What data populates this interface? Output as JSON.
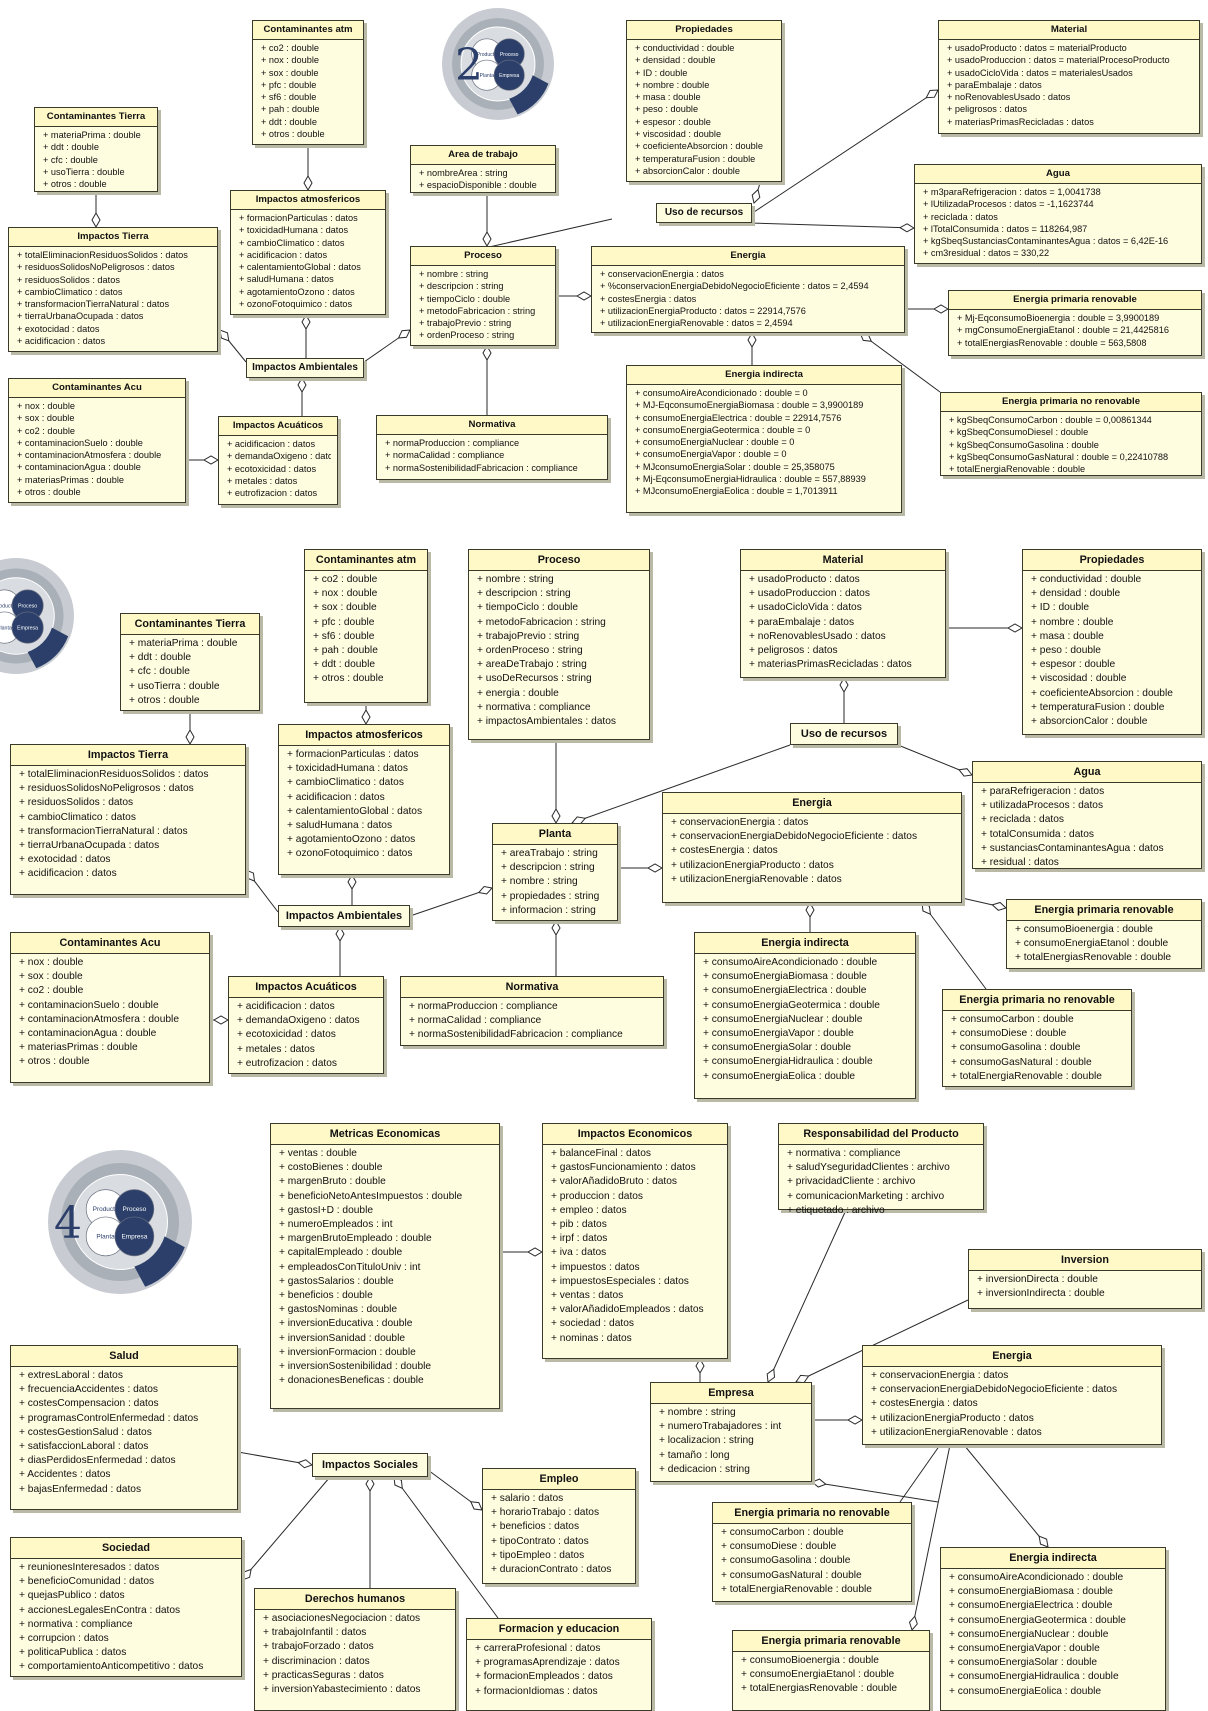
{
  "section2": {
    "logo_number": "2",
    "logo_quadrants": [
      "Producto",
      "Proceso",
      "Planta",
      "Empresa"
    ],
    "classes": {
      "contaminantes_atm": {
        "title": "Contaminantes atm",
        "attrs": [
          "+ co2 : double",
          "+ nox : double",
          "+ sox : double",
          "+ pfc : double",
          "+ sf6 : double",
          "+ pah : double",
          "+ ddt : double",
          "+ otros : double"
        ]
      },
      "propiedades": {
        "title": "Propiedades",
        "attrs": [
          "+ conductividad : double",
          "+ densidad : double",
          "+ ID : double",
          "+ nombre : double",
          "+ masa : double",
          "+ peso : double",
          "+ espesor : double",
          "+ viscosidad : double",
          "+ coeficienteAbsorcion : double",
          "+ temperaturaFusion : double",
          "+ absorcionCalor : double"
        ]
      },
      "material": {
        "title": "Material",
        "attrs": [
          "+ usadoProducto : datos = materialProducto",
          "+ usadoProduccion : datos = materialProcesoProducto",
          "+ usadoCicloVida : datos = materialesUsados",
          "+ paraEmbalaje : datos",
          "+ noRenovablesUsado : datos",
          "+ peligrosos : datos",
          "+ materiasPrimasRecicladas : datos"
        ]
      },
      "contaminantes_tierra": {
        "title": "Contaminantes Tierra",
        "attrs": [
          "+ materiaPrima : double",
          "+ ddt : double",
          "+ cfc : double",
          "+ usoTierra : double",
          "+ otros : double"
        ]
      },
      "area_trabajo": {
        "title": "Area de trabajo",
        "attrs": [
          "+ nombreArea : string",
          "+ espacioDisponible : double"
        ]
      },
      "impactos_atm": {
        "title": "Impactos atmosfericos",
        "attrs": [
          "+ formacionParticulas : datos",
          "+ toxicidadHumana : datos",
          "+ cambioClimatico : datos",
          "+ acidificacion : datos",
          "+ calentamientoGlobal : datos",
          "+ saludHumana : datos",
          "+ agotamientoOzono : datos",
          "+ ozonoFotoquimico : datos"
        ]
      },
      "agua": {
        "title": "Agua",
        "attrs": [
          "+ m3paraRefrigeracion : datos = 1,0041738",
          "+ lUtilizadaProcesos : datos = -1,1623744",
          "+ reciclada : datos",
          "+ lTotalConsumida : datos = 118264,987",
          "+ kgSbeqSustanciasContaminantesAgua : datos = 6,42E-16",
          "+ cm3residual : datos = 330,22"
        ]
      },
      "impactos_tierra": {
        "title": "Impactos Tierra",
        "attrs": [
          "+ totalEliminacionResiduosSolidos : datos",
          "+ residuosSolidosNoPeligrosos : datos",
          "+ residuosSolidos : datos",
          "+ cambioClimatico : datos",
          "+ transformacionTierraNatural : datos",
          "+ tierraUrbanaOcupada : datos",
          "+ exotocidad : datos",
          "+ acidificacion : datos"
        ]
      },
      "proceso": {
        "title": "Proceso",
        "attrs": [
          "+ nombre : string",
          "+ descripcion : string",
          "+ tiempoCiclo : double",
          "+ metodoFabricacion : string",
          "+ trabajoPrevio : string",
          "+ ordenProceso : string"
        ]
      },
      "energia": {
        "title": "Energia",
        "attrs": [
          "+ conservacionEnergia : datos",
          "+ %conservacionEnergiaDebidoNegocioEficiente : datos = 2,4594",
          "+ costesEnergia : datos",
          "+ utilizacionEnergiaProducto : datos = 22914,7576",
          "+ utilizacionEnergiaRenovable : datos = 2,4594"
        ]
      },
      "epr": {
        "title": "Energia primaria renovable",
        "attrs": [
          "+ Mj-EqconsumoBioenergia : double = 3,9900189",
          "+ mgConsumoEnergiaEtanol : double = 21,4425816",
          "+ totalEnergiasRenovable : double = 563,5808"
        ]
      },
      "contaminantes_acu": {
        "title": "Contaminantes Acu",
        "attrs": [
          "+ nox : double",
          "+ sox : double",
          "+ co2 : double",
          "+ contaminacionSuelo : double",
          "+ contaminacionAtmosfera : double",
          "+ contaminacionAgua : double",
          "+ materiasPrimas : double",
          "+ otros : double"
        ]
      },
      "impactos_acu": {
        "title": "Impactos Acuáticos",
        "attrs": [
          "+ acidificacion : datos",
          "+ demandaOxigeno : datos",
          "+ ecotoxicidad : datos",
          "+ metales : datos",
          "+ eutrofizacion : datos"
        ]
      },
      "normativa": {
        "title": "Normativa",
        "attrs": [
          "+ normaProduccion : compliance",
          "+ normaCalidad : compliance",
          "+ normaSostenibilidadFabricacion : compliance"
        ]
      },
      "energia_indirecta": {
        "title": "Energia indirecta",
        "attrs": [
          "+ consumoAireAcondicionado : double = 0",
          "+ MJ-EqconsumoEnergiaBiomasa : double = 3,9900189",
          "+ consumoEnergiaElectrica : double = 22914,7576",
          "+ consumoEnergiaGeotermica : double = 0",
          "+ consumoEnergiaNuclear : double = 0",
          "+ consumoEnergiaVapor : double = 0",
          "+ MJconsumoEnergiaSolar : double = 25,358075",
          "+ Mj-EqconsumoEnergiaHidraulica : double = 557,88939",
          "+ MJconsumoEnergiaEolica : double = 1,7013911"
        ]
      },
      "epnr": {
        "title": "Energia primaria no renovable",
        "attrs": [
          "+ kgSbeqConsumoCarbon : double = 0,00861344",
          "+ kgSbeqConsumoDiesel : double",
          "+ kgSbeqConsumoGasolina : double",
          "+ kgSbeqConsumoGasNatural : double = 0,22410788",
          "+ totalEnergiaRenovable : double"
        ]
      }
    },
    "assocs": {
      "uso_recursos": "Uso de recursos",
      "impactos_ambientales": "Impactos Ambientales"
    }
  },
  "section3": {
    "logo_quadrants": [
      "Producto",
      "Proceso",
      "Planta",
      "Empresa"
    ],
    "classes": {
      "contaminantes_atm": {
        "title": "Contaminantes atm",
        "attrs": [
          "+ co2 : double",
          "+ nox : double",
          "+ sox : double",
          "+ pfc : double",
          "+ sf6 : double",
          "+ pah : double",
          "+ ddt : double",
          "+ otros : double"
        ]
      },
      "proceso": {
        "title": "Proceso",
        "attrs": [
          "+ nombre : string",
          "+ descripcion : string",
          "+ tiempoCiclo : double",
          "+ metodoFabricacion : string",
          "+ trabajoPrevio : string",
          "+ ordenProceso : string",
          "+ areaDeTrabajo : string",
          "+ usoDeRecursos : string",
          "+ energia : double",
          "+ normativa : compliance",
          "+ impactosAmbientales : datos"
        ]
      },
      "material": {
        "title": "Material",
        "attrs": [
          "+ usadoProducto : datos",
          "+ usadoProduccion : datos",
          "+ usadoCicloVida : datos",
          "+ paraEmbalaje : datos",
          "+ noRenovablesUsado : datos",
          "+ peligrosos : datos",
          "+ materiasPrimasRecicladas : datos"
        ]
      },
      "propiedades": {
        "title": "Propiedades",
        "attrs": [
          "+ conductividad : double",
          "+ densidad : double",
          "+ ID : double",
          "+ nombre : double",
          "+ masa : double",
          "+ peso : double",
          "+ espesor : double",
          "+ viscosidad : double",
          "+ coeficienteAbsorcion : double",
          "+ temperaturaFusion : double",
          "+ absorcionCalor : double"
        ]
      },
      "contaminantes_tierra": {
        "title": "Contaminantes Tierra",
        "attrs": [
          "+ materiaPrima : double",
          "+ ddt : double",
          "+ cfc : double",
          "+ usoTierra : double",
          "+ otros : double"
        ]
      },
      "impactos_atm": {
        "title": "Impactos atmosfericos",
        "attrs": [
          "+ formacionParticulas : datos",
          "+ toxicidadHumana : datos",
          "+ cambioClimatico : datos",
          "+ acidificacion : datos",
          "+ calentamientoGlobal : datos",
          "+ saludHumana : datos",
          "+ agotamientoOzono : datos",
          "+ ozonoFotoquimico : datos"
        ]
      },
      "impactos_tierra": {
        "title": "Impactos Tierra",
        "attrs": [
          "+ totalEliminacionResiduosSolidos : datos",
          "+ residuosSolidosNoPeligrosos : datos",
          "+ residuosSolidos : datos",
          "+ cambioClimatico : datos",
          "+ transformacionTierraNatural : datos",
          "+ tierraUrbanaOcupada : datos",
          "+ exotocidad : datos",
          "+ acidificacion : datos"
        ]
      },
      "agua": {
        "title": "Agua",
        "attrs": [
          "+ paraRefrigeracion : datos",
          "+ utilizadaProcesos : datos",
          "+ reciclada : datos",
          "+ totalConsumida : datos",
          "+ sustanciasContaminantesAgua : datos",
          "+ residual : datos"
        ]
      },
      "energia": {
        "title": "Energia",
        "attrs": [
          "+ conservacionEnergia : datos",
          "+ conservacionEnergiaDebidoNegocioEficiente : datos",
          "+ costesEnergia : datos",
          "+ utilizacionEnergiaProducto : datos",
          "+ utilizacionEnergiaRenovable : datos"
        ]
      },
      "planta": {
        "title": "Planta",
        "attrs": [
          "+ areaTrabajo : string",
          "+ descripcion : string",
          "+ nombre : string",
          "+ propiedades : string",
          "+ informacion : string"
        ]
      },
      "epr": {
        "title": "Energia primaria renovable",
        "attrs": [
          "+ consumoBioenergia : double",
          "+ consumoEnergiaEtanol : double",
          "+ totalEnergiasRenovable : double"
        ]
      },
      "contaminantes_acu": {
        "title": "Contaminantes Acu",
        "attrs": [
          "+ nox : double",
          "+ sox : double",
          "+ co2 : double",
          "+ contaminacionSuelo : double",
          "+ contaminacionAtmosfera : double",
          "+ contaminacionAgua : double",
          "+ materiasPrimas : double",
          "+ otros : double"
        ]
      },
      "impactos_acu": {
        "title": "Impactos Acuáticos",
        "attrs": [
          "+ acidificacion : datos",
          "+ demandaOxigeno : datos",
          "+ ecotoxicidad : datos",
          "+ metales : datos",
          "+ eutrofizacion : datos"
        ]
      },
      "normativa": {
        "title": "Normativa",
        "attrs": [
          "+ normaProduccion : compliance",
          "+ normaCalidad : compliance",
          "+ normaSostenibilidadFabricacion : compliance"
        ]
      },
      "energia_indirecta": {
        "title": "Energia indirecta",
        "attrs": [
          "+ consumoAireAcondicionado : double",
          "+ consumoEnergiaBiomasa : double",
          "+ consumoEnergiaElectrica : double",
          "+ consumoEnergiaGeotermica : double",
          "+ consumoEnergiaNuclear : double",
          "+ consumoEnergiaVapor : double",
          "+ consumoEnergiaSolar : double",
          "+ consumoEnergiaHidraulica : double",
          "+ consumoEnergiaEolica : double"
        ]
      },
      "epnr": {
        "title": "Energia primaria no renovable",
        "attrs": [
          "+ consumoCarbon : double",
          "+ consumoDiese : double",
          "+ consumoGasolina : double",
          "+ consumoGasNatural : double",
          "+ totalEnergiaRenovable : double"
        ]
      }
    },
    "assocs": {
      "uso_recursos": "Uso de recursos",
      "impactos_ambientales": "Impactos Ambientales"
    }
  },
  "section4": {
    "logo_number": "4",
    "logo_quadrants": [
      "Producto",
      "Proceso",
      "Planta",
      "Empresa"
    ],
    "classes": {
      "metricas": {
        "title": "Metricas Economicas",
        "attrs": [
          "+ ventas : double",
          "+ costoBienes : double",
          "+ margenBruto : double",
          "+ beneficioNetoAntesImpuestos : double",
          "+ gastosI+D : double",
          "+ numeroEmpleados : int",
          "+ margenBrutoEmpleado : double",
          "+ capitalEmpleado : double",
          "+ empleadosConTituloUniv : int",
          "+ gastosSalarios : double",
          "+ beneficios : double",
          "+ gastosNominas : double",
          "+ inversionEducativa : double",
          "+ inversionSanidad : double",
          "+ inversionFormacion : double",
          "+ inversionSostenibilidad : double",
          "+ donacionesBeneficas : double"
        ]
      },
      "impactos_eco": {
        "title": "Impactos Economicos",
        "attrs": [
          "+ balanceFinal : datos",
          "+ gastosFuncionamiento : datos",
          "+ valorAñadidoBruto : datos",
          "+ produccion : datos",
          "+ empleo : datos",
          "+ pib : datos",
          "+ irpf : datos",
          "+ iva : datos",
          "+ impuestos : datos",
          "+ impuestosEspeciales : datos",
          "+ ventas : datos",
          "+ valorAñadidoEmpleados : datos",
          "+ sociedad : datos",
          "+ nominas : datos"
        ]
      },
      "responsabilidad": {
        "title": "Responsabilidad del Producto",
        "attrs": [
          "+ normativa : compliance",
          "+ saludYseguridadClientes : archivo",
          "+ privacidadCliente : archivo",
          "+ comunicacionMarketing : archivo",
          "+ etiquetado : archivo"
        ]
      },
      "inversion": {
        "title": "Inversion",
        "attrs": [
          "+ inversionDirecta : double",
          "+ inversionIndirecta : double"
        ]
      },
      "salud": {
        "title": "Salud",
        "attrs": [
          "+ extresLaboral : datos",
          "+ frecuenciaAccidentes : datos",
          "+ costesCompensacion : datos",
          "+ programasControlEnfermedad : datos",
          "+ costesGestionSalud : datos",
          "+ satisfaccionLaboral : datos",
          "+ diasPerdidosEnfermedad : datos",
          "+ Accidentes : datos",
          "+ bajasEnfermedad : datos"
        ]
      },
      "energia": {
        "title": "Energia",
        "attrs": [
          "+ conservacionEnergia : datos",
          "+ conservacionEnergiaDebidoNegocioEficiente : datos",
          "+ costesEnergia : datos",
          "+ utilizacionEnergiaProducto : datos",
          "+ utilizacionEnergiaRenovable : datos"
        ]
      },
      "empresa": {
        "title": "Empresa",
        "attrs": [
          "+ nombre : string",
          "+ numeroTrabajadores : int",
          "+ localizacion : string",
          "+ tamaño : long",
          "+ dedicacion : string"
        ]
      },
      "empleo": {
        "title": "Empleo",
        "attrs": [
          "+ salario : datos",
          "+ horarioTrabajo : datos",
          "+ beneficios : datos",
          "+ tipoContrato : datos",
          "+ tipoEmpleo : datos",
          "+ duracionContrato : datos"
        ]
      },
      "epnr": {
        "title": "Energia primaria no renovable",
        "attrs": [
          "+ consumoCarbon : double",
          "+ consumoDiese : double",
          "+ consumoGasolina : double",
          "+ consumoGasNatural : double",
          "+ totalEnergiaRenovable : double"
        ]
      },
      "sociedad": {
        "title": "Sociedad",
        "attrs": [
          "+ reunionesInteresados : datos",
          "+ beneficioComunidad : datos",
          "+ quejasPublico : datos",
          "+ accionesLegalesEnContra : datos",
          "+ normativa : compliance",
          "+ corrupcion : datos",
          "+ politicaPublica : datos",
          "+ comportamientoAnticompetitivo : datos"
        ]
      },
      "energia_indirecta": {
        "title": "Energia indirecta",
        "attrs": [
          "+ consumoAireAcondicionado : double",
          "+ consumoEnergiaBiomasa : double",
          "+ consumoEnergiaElectrica : double",
          "+ consumoEnergiaGeotermica : double",
          "+ consumoEnergiaNuclear : double",
          "+ consumoEnergiaVapor : double",
          "+ consumoEnergiaSolar : double",
          "+ consumoEnergiaHidraulica : double",
          "+ consumoEnergiaEolica : double"
        ]
      },
      "derechos": {
        "title": "Derechos humanos",
        "attrs": [
          "+ asociacionesNegociacion : datos",
          "+ trabajoInfantil : datos",
          "+ trabajoForzado : datos",
          "+ discriminacion : datos",
          "+ practicasSeguras : datos",
          "+ inversionYabastecimiento : datos"
        ]
      },
      "formacion": {
        "title": "Formacion y educacion",
        "attrs": [
          "+ carreraProfesional : datos",
          "+ programasAprendizaje : datos",
          "+ formacionEmpleados : datos",
          "+ formacionIdiomas : datos"
        ]
      },
      "epr": {
        "title": "Energia primaria renovable",
        "attrs": [
          "+ consumoBioenergia : double",
          "+ consumoEnergiaEtanol : double",
          "+ totalEnergiasRenovable : double"
        ]
      }
    },
    "assocs": {
      "impactos_sociales": "Impactos Sociales"
    }
  }
}
